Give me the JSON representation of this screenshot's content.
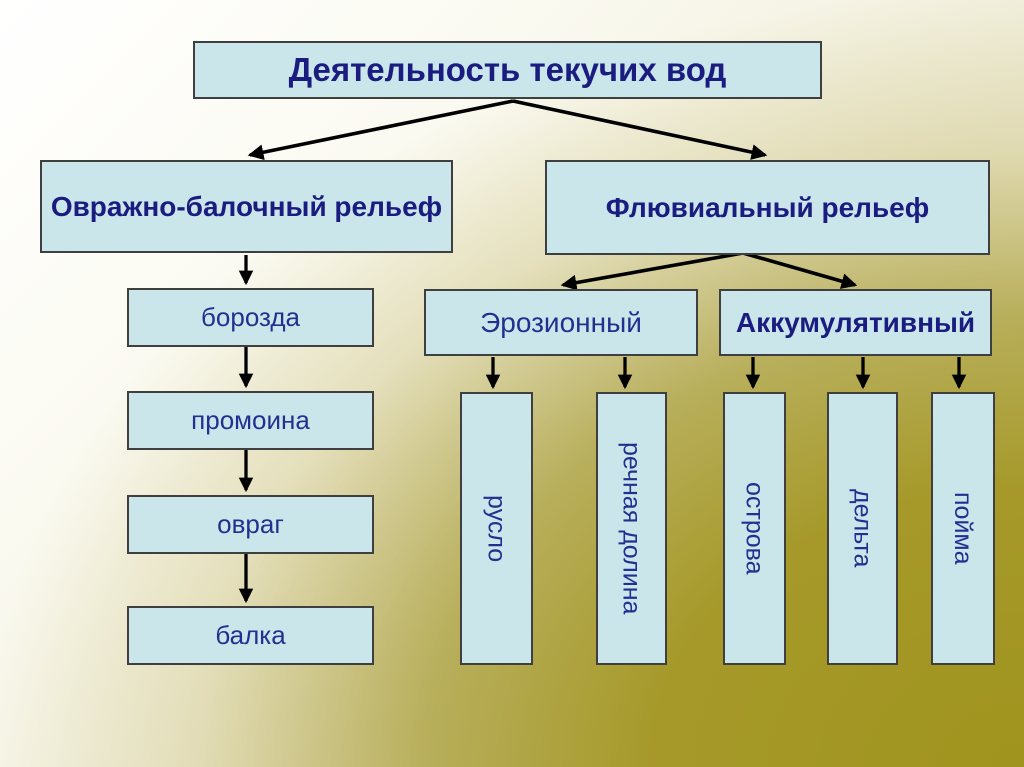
{
  "slide": {
    "title": "Деятельность текучих вод",
    "left_branch": {
      "label": "Овражно-балочный рельеф",
      "chain": [
        "борозда",
        "промоина",
        "овраг",
        "балка"
      ]
    },
    "right_branch": {
      "label": "Флювиальный рельеф",
      "children": [
        {
          "label": "Эрозионный",
          "items": [
            "русло",
            "речная долина"
          ]
        },
        {
          "label": "Аккумулятивный",
          "items": [
            "острова",
            "дельта",
            "пойма"
          ]
        }
      ]
    },
    "colors": {
      "box_fill": "#cbe6ea",
      "box_border": "#3f3f3f",
      "title_text": "#1a1c80",
      "label_text": "#23308f",
      "arrow": "#000000",
      "bg_top_left": "#ffffff",
      "bg_corners": "#e9e6c8",
      "bg_bottom_right": "#a0941e"
    }
  }
}
